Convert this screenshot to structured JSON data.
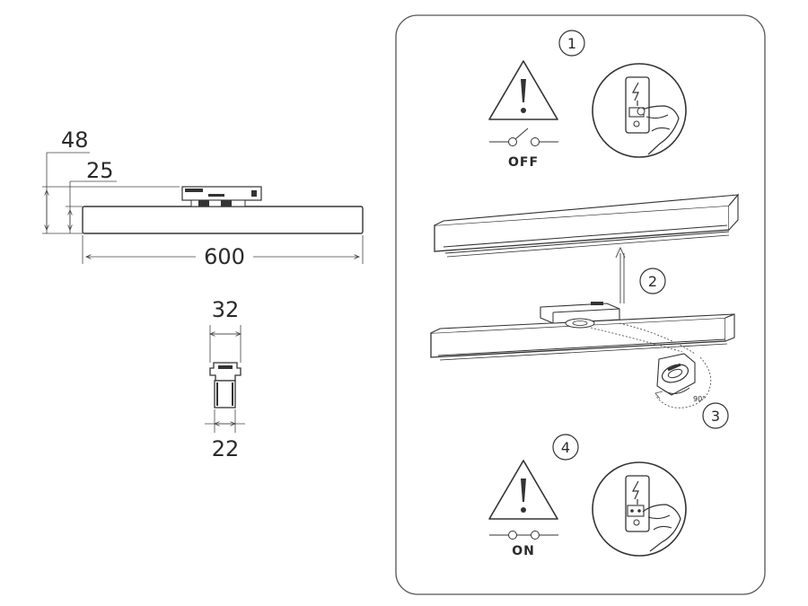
{
  "dimensions": {
    "height_total": "48",
    "height_body": "25",
    "length": "600",
    "adapter_top": "32",
    "adapter_bottom": "22"
  },
  "steps": [
    {
      "number": "1"
    },
    {
      "number": "2"
    },
    {
      "number": "3"
    },
    {
      "number": "4"
    }
  ],
  "switch_labels": {
    "off": "OFF",
    "on": "ON"
  },
  "rotation": "90°",
  "icons": [
    "warning-icon",
    "power-off-switch-icon",
    "power-on-switch-icon",
    "hand-pressing-switch-icon",
    "lightning-icon",
    "arrow-up-icon",
    "rotate-arrow-icon"
  ]
}
